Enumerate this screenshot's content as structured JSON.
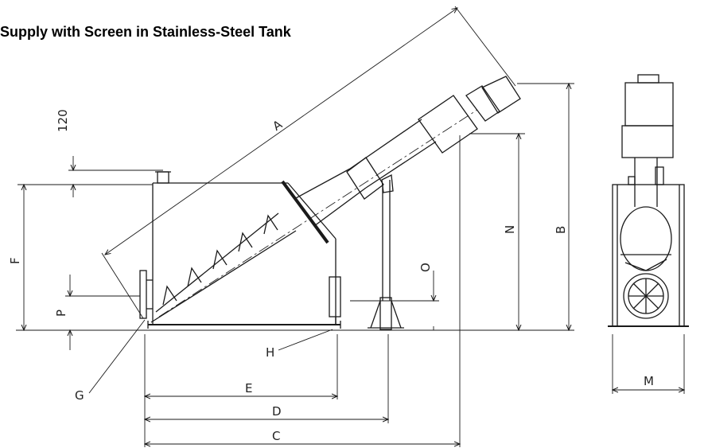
{
  "title": "Supply with Screen in Stainless-Steel Tank",
  "dimension_labels": {
    "A": "A",
    "B": "B",
    "C": "C",
    "D": "D",
    "E": "E",
    "F": "F",
    "G": "G",
    "H": "H",
    "M": "M",
    "N": "N",
    "O": "O",
    "P": "P",
    "height_120": "120"
  }
}
